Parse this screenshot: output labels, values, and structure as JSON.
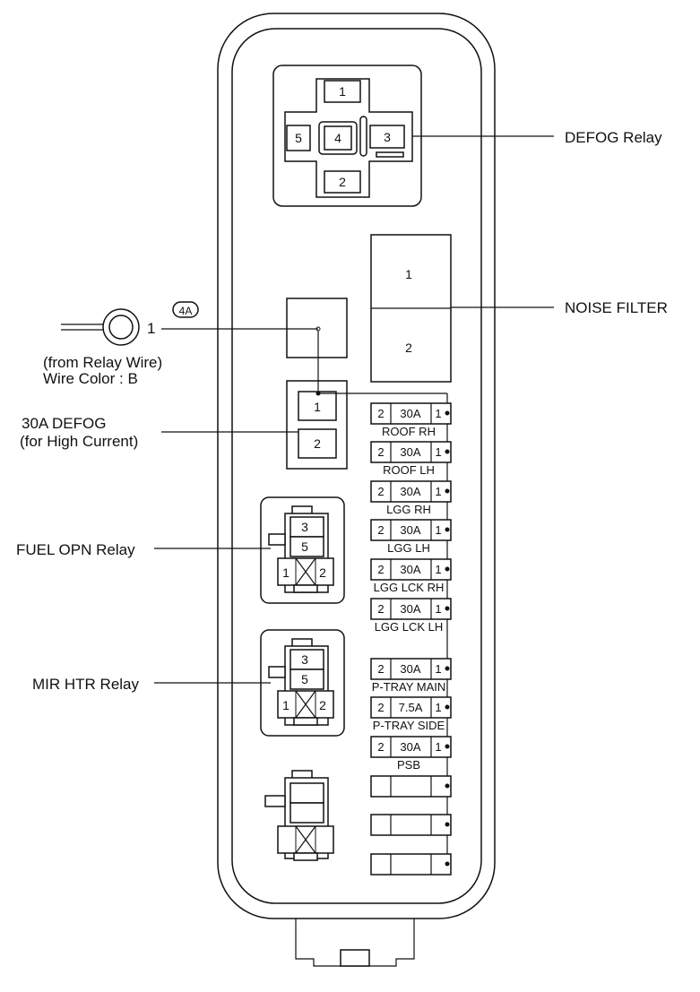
{
  "relay_labels": {
    "defog": "DEFOG Relay",
    "noise_filter": "NOISE FILTER",
    "fuel_opn": "FUEL OPN Relay",
    "mir_htr": "MIR HTR Relay"
  },
  "defog_relay_pins": [
    "1",
    "5",
    "4",
    "3",
    "2"
  ],
  "noise_filter_pins": [
    "1",
    "2"
  ],
  "ground_connector": {
    "code": "4A",
    "pin": "1",
    "note_line1": "(from Relay Wire)",
    "note_line2": "Wire Color : B"
  },
  "defog_fuse": {
    "label_line1": "30A DEFOG",
    "label_line2": "(for High Current)",
    "pins": [
      "1",
      "2"
    ]
  },
  "small_relays": [
    {
      "pins": [
        "3",
        "5",
        "1",
        "2"
      ]
    },
    {
      "pins": [
        "3",
        "5",
        "1",
        "2"
      ]
    }
  ],
  "fuses": [
    {
      "left": "2",
      "amp": "30A",
      "right": "1",
      "name": "ROOF RH"
    },
    {
      "left": "2",
      "amp": "30A",
      "right": "1",
      "name": "ROOF LH"
    },
    {
      "left": "2",
      "amp": "30A",
      "right": "1",
      "name": "LGG RH"
    },
    {
      "left": "2",
      "amp": "30A",
      "right": "1",
      "name": "LGG LH"
    },
    {
      "left": "2",
      "amp": "30A",
      "right": "1",
      "name": "LGG LCK RH"
    },
    {
      "left": "2",
      "amp": "30A",
      "right": "1",
      "name": "LGG LCK LH"
    },
    {
      "left": "2",
      "amp": "30A",
      "right": "1",
      "name": "P-TRAY MAIN"
    },
    {
      "left": "2",
      "amp": "7.5A",
      "right": "1",
      "name": "P-TRAY SIDE"
    },
    {
      "left": "2",
      "amp": "30A",
      "right": "1",
      "name": "PSB"
    },
    {
      "left": "",
      "amp": "",
      "right": "",
      "name": ""
    },
    {
      "left": "",
      "amp": "",
      "right": "",
      "name": ""
    },
    {
      "left": "",
      "amp": "",
      "right": "",
      "name": ""
    }
  ]
}
